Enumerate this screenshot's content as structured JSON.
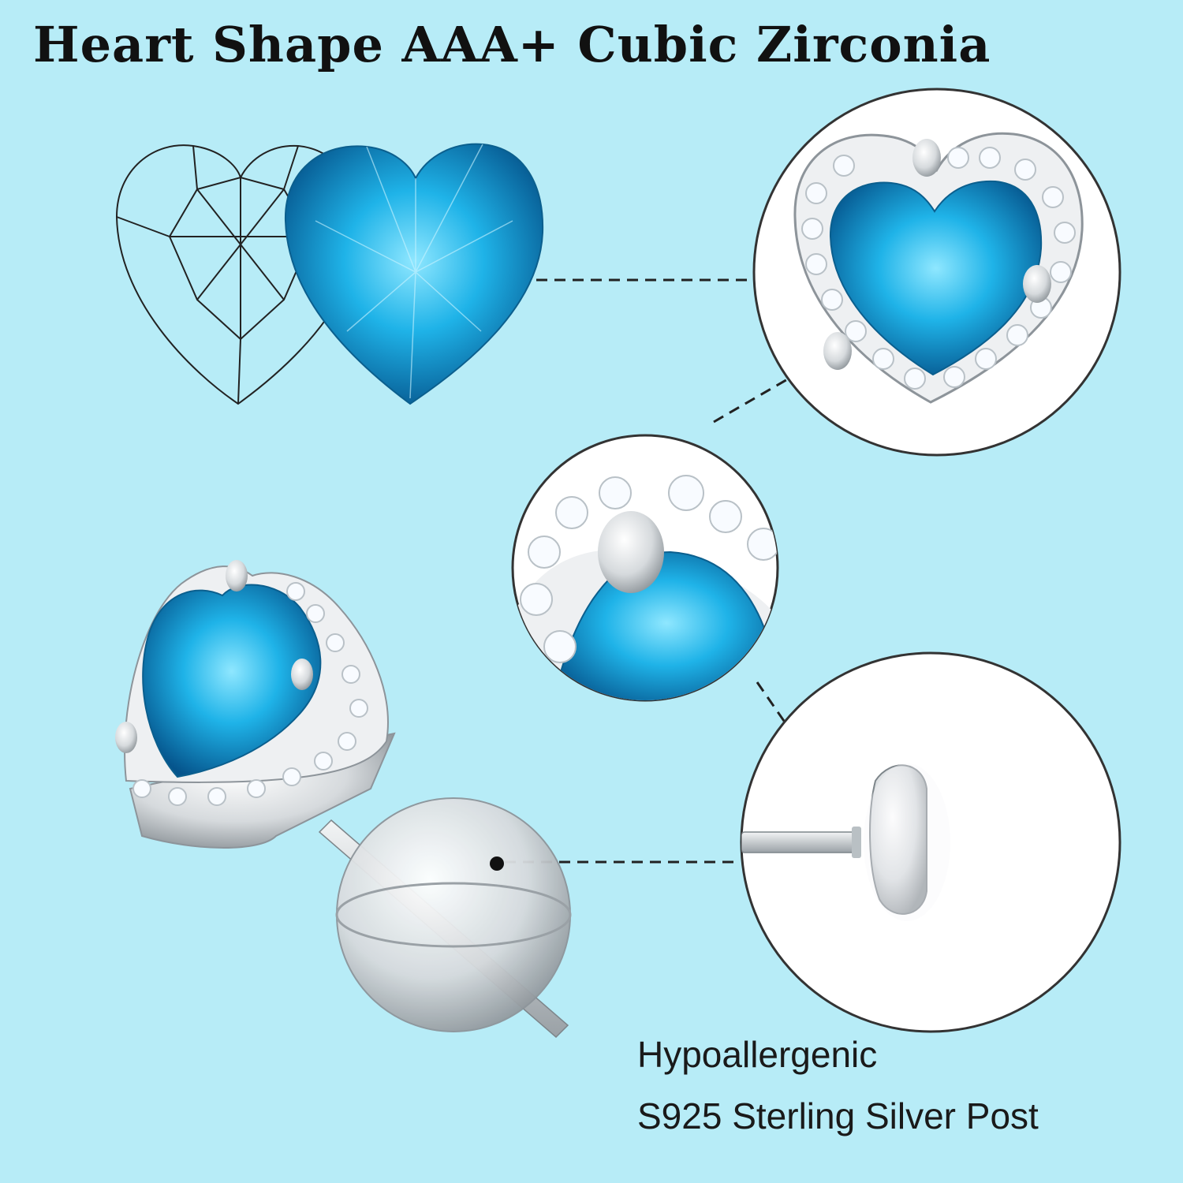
{
  "header": {
    "title": "Heart Shape AAA+ Cubic Zirconia"
  },
  "caption": {
    "line1": "Hypoallergenic",
    "line2": "S925 Sterling Silver Post"
  },
  "colors": {
    "background": "#b7ecf7",
    "gem_blue": "#1aa3d6",
    "silver": "#d9dde0"
  }
}
